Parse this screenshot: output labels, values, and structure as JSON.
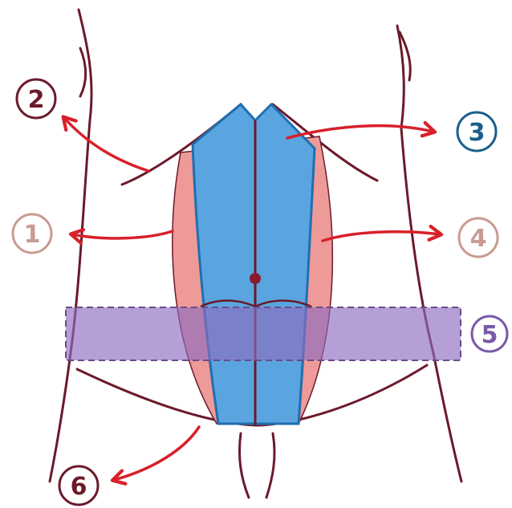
{
  "colors": {
    "outline": "#6b1a2a",
    "arrow": "#d8202a",
    "muscle_blue": "#5aa5df",
    "muscle_blue_edge": "#1f6fb0",
    "muscle_pink": "#ee9a98",
    "band_purple": "#8e6cc0",
    "band_border": "#6a4c8c",
    "label_1": "#c99b92",
    "label_2": "#6b1a2a",
    "label_3": "#1a5f8c",
    "label_4": "#c99b92",
    "label_5": "#7a5aa8",
    "label_6": "#6b1a2a"
  },
  "icons": {
    "navel": "navel-dot",
    "arrows": "curved-arrow"
  },
  "labels": [
    {
      "id": "1",
      "text": "1"
    },
    {
      "id": "2",
      "text": "2"
    },
    {
      "id": "3",
      "text": "3"
    },
    {
      "id": "4",
      "text": "4"
    },
    {
      "id": "5",
      "text": "5"
    },
    {
      "id": "6",
      "text": "6"
    }
  ]
}
